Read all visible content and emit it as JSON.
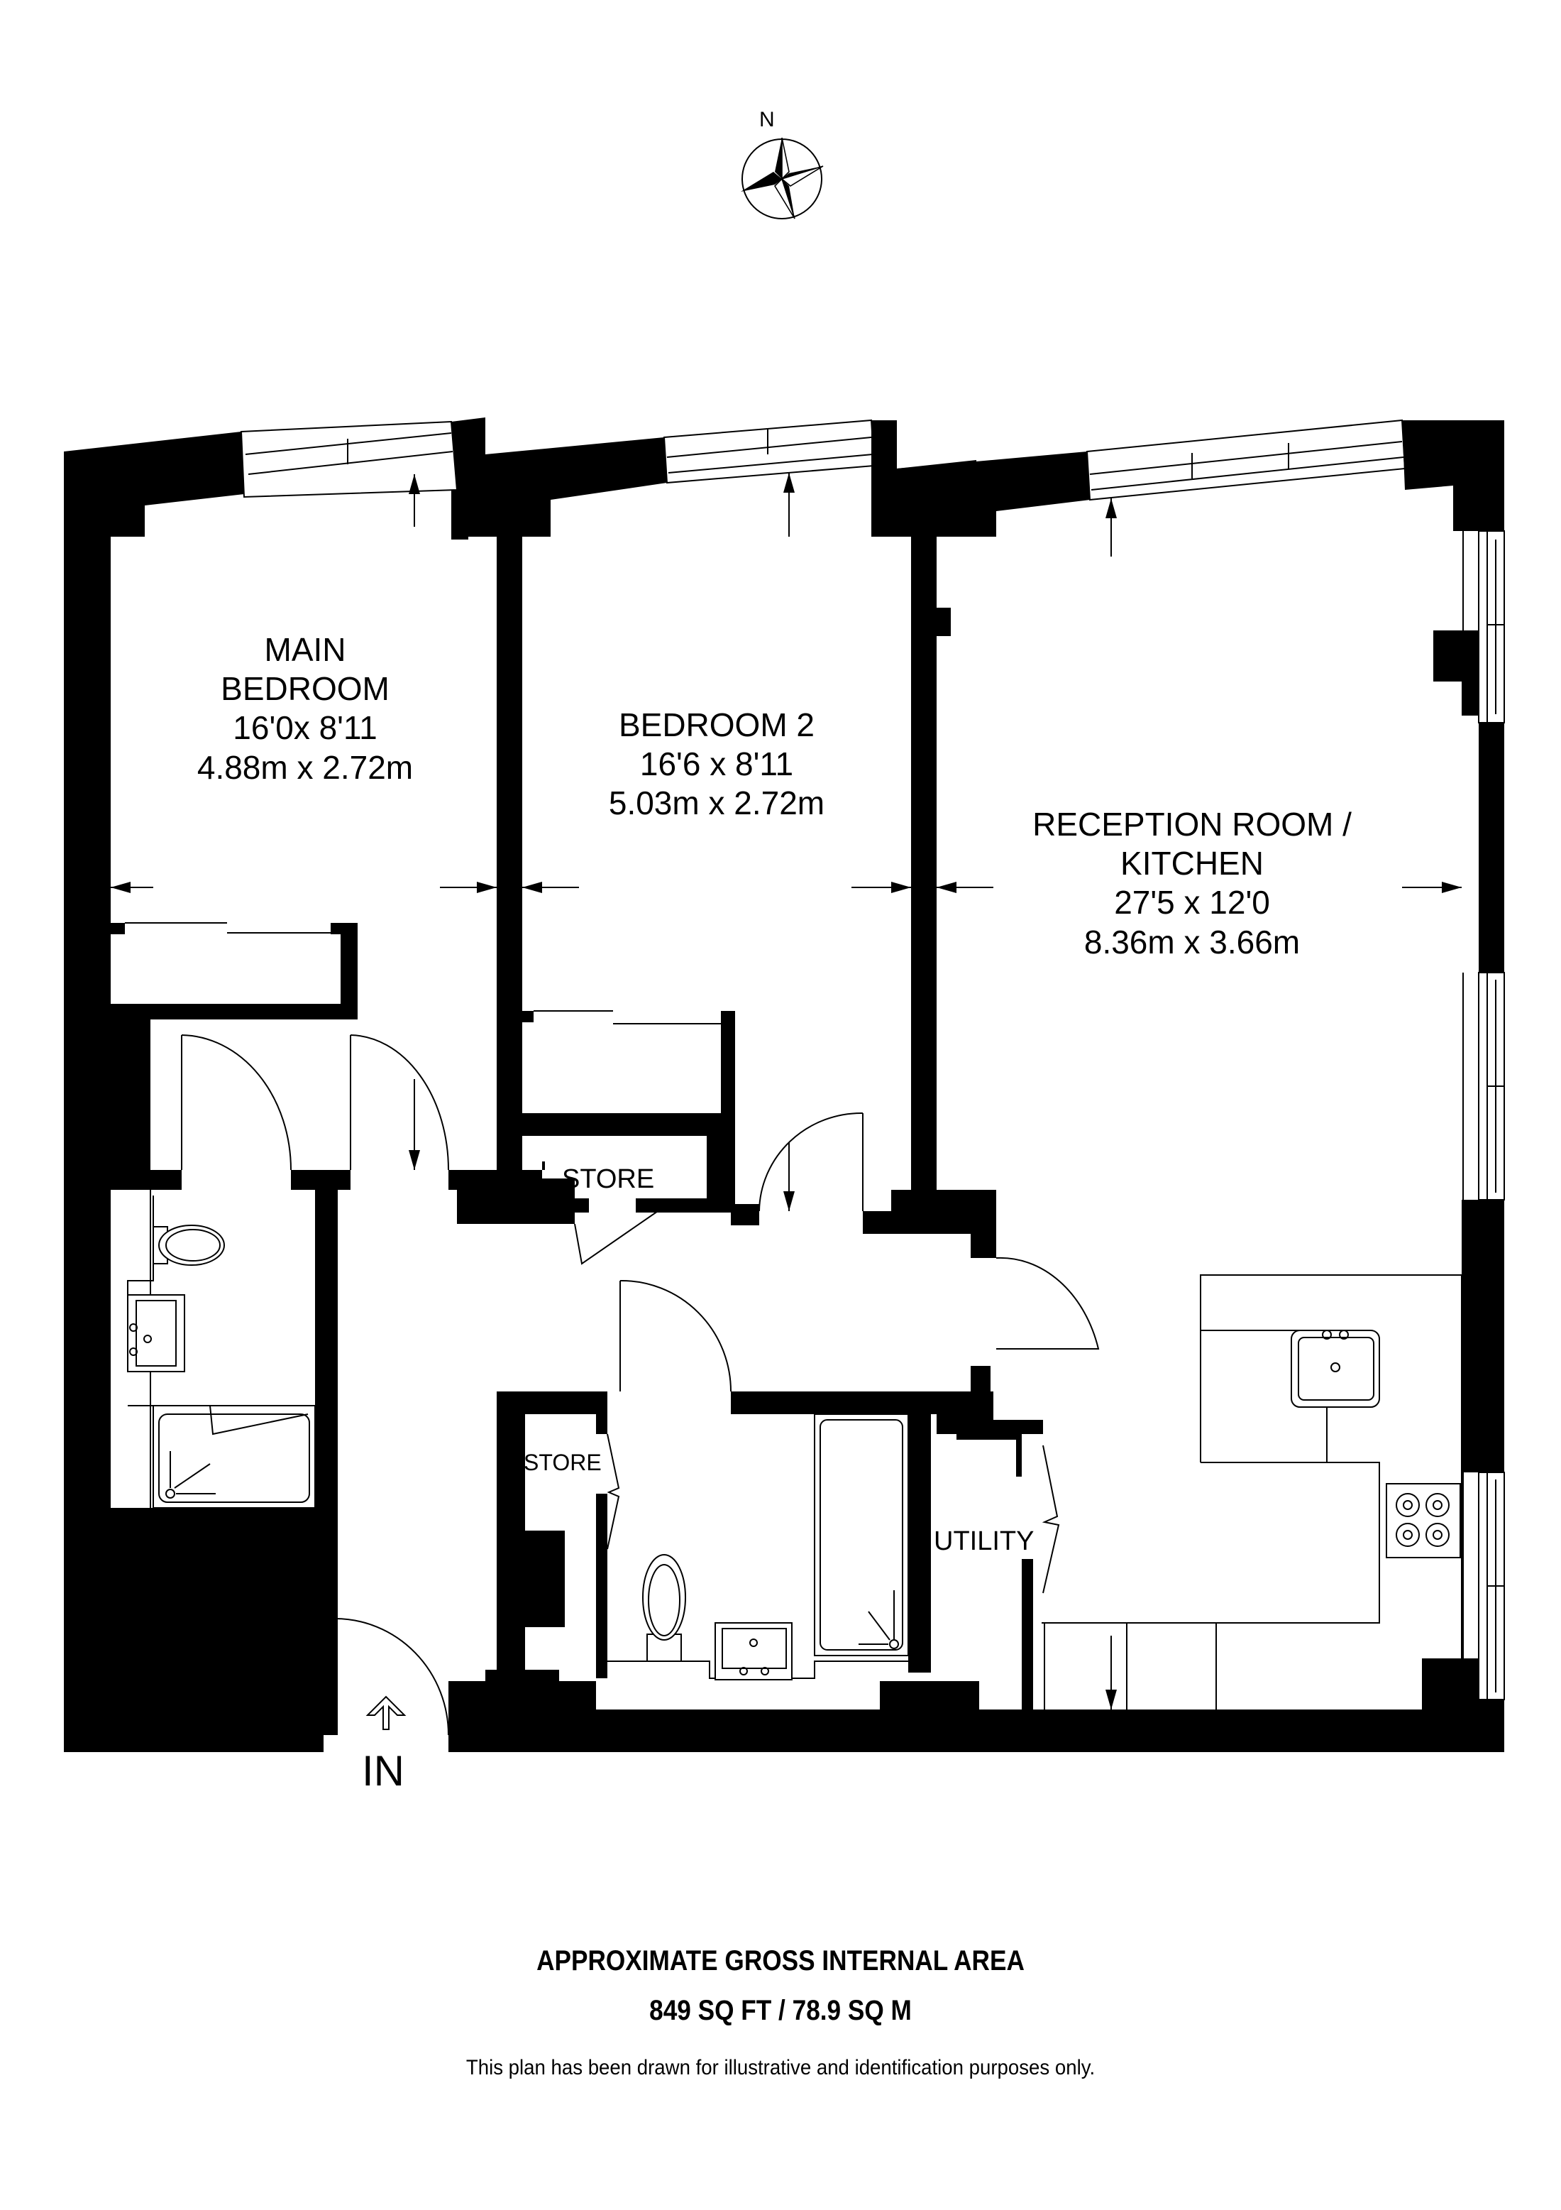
{
  "compass": {
    "north_label": "N",
    "icon": "compass-rose-icon"
  },
  "rooms": [
    {
      "id": "main-bedroom",
      "name_lines": [
        "MAIN",
        "BEDROOM"
      ],
      "imperial": "16'0x 8'11",
      "metric": "4.88m x 2.72m"
    },
    {
      "id": "bedroom-2",
      "name_lines": [
        "BEDROOM 2"
      ],
      "imperial": "16'6 x 8'11",
      "metric": "5.03m x 2.72m"
    },
    {
      "id": "reception-kitchen",
      "name_lines": [
        "RECEPTION ROOM /",
        "KITCHEN"
      ],
      "imperial": "27'5 x 12'0",
      "metric": "8.36m x 3.66m"
    }
  ],
  "small_labels": {
    "store_1": "STORE",
    "store_2": "STORE",
    "utility": "UTILITY",
    "entrance": "IN"
  },
  "footer": {
    "area_title": "APPROXIMATE GROSS INTERNAL AREA",
    "area_value": "849 SQ FT / 78.9 SQ M",
    "disclaimer": "This plan has been drawn for illustrative and identification purposes only."
  },
  "colors": {
    "wall": "#000000",
    "background": "#ffffff",
    "line": "#000000"
  }
}
